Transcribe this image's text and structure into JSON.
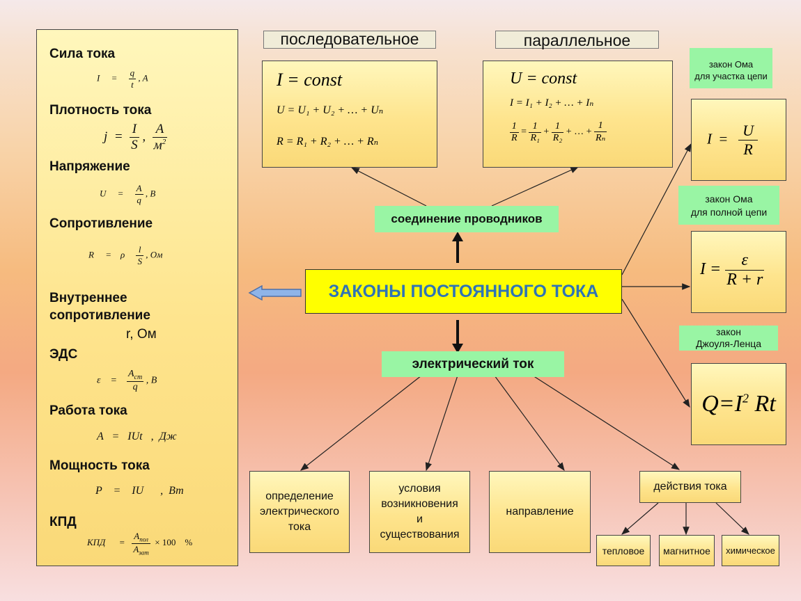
{
  "left_panel": {
    "items": [
      {
        "title": "Сила тока",
        "symbol": "I",
        "eq": "=",
        "num": "q",
        "den": "t",
        "unit": ",   A"
      },
      {
        "title": "Плотность тока",
        "symbol": "j",
        "eq": "=",
        "num": "I",
        "den": "S",
        "sep": ",",
        "unit_num": "A",
        "unit_den": "м",
        "unit_exp": "2"
      },
      {
        "title": "Напряжение",
        "symbol": "U",
        "eq": "=",
        "num": "A",
        "den": "q",
        "unit": ",  B"
      },
      {
        "title": "Сопротивление",
        "symbol": "R",
        "eq": "=",
        "rho": "ρ",
        "num": "l",
        "den": "S",
        "unit": ",  Ом"
      },
      {
        "title": "Внутреннее сопротивление",
        "line1": "Внутреннее",
        "line2": "сопротивление",
        "value": "r, Ом"
      },
      {
        "title": "ЭДС",
        "symbol": "ε",
        "eq": "=",
        "num": "A",
        "num_sub": "ст",
        "den": "q",
        "unit": ",  B"
      },
      {
        "title": "Работа тока",
        "formula": "A   =   IUt   ,  Дж"
      },
      {
        "title": "Мощность тока",
        "formula": "P    =    IU      ,  Вт"
      },
      {
        "title": "КПД",
        "symbol": "КПД",
        "eq": "=",
        "num": "A",
        "num_sub": "пол",
        "den": "A",
        "den_sub": "зат",
        "times": "× 100",
        "pct": "%"
      }
    ]
  },
  "series": {
    "label": "последовательное",
    "f1": "I = const",
    "f2": "U = U₁ + U₂ + … + Uₙ",
    "f3": "R = R₁ + R₂ + … + Rₙ"
  },
  "parallel": {
    "label": "параллельное",
    "f1": "U = const",
    "f2": "I = I₁ + I₂ + … + Iₙ",
    "one": "1",
    "R": "R",
    "R1": "R₁",
    "R2": "R₂",
    "Rn": "Rₙ",
    "plus": "+",
    "eq": "=",
    "dots": "+ … +"
  },
  "connection": {
    "label": "соединение  проводников"
  },
  "central": {
    "label": "ЗАКОНЫ ПОСТОЯННОГО ТОКА"
  },
  "electric_current": {
    "label": "электрический  ток"
  },
  "ohm_section": {
    "label_line1": "закон Ома",
    "label_line2": "для участка цепи",
    "I": "I",
    "eq": "=",
    "num": "U",
    "den": "R"
  },
  "ohm_full": {
    "label_line1": "закон Ома",
    "label_line2": "для полной  цепи",
    "lhs": "I =",
    "num": "ε",
    "den": "R + r"
  },
  "joule": {
    "label_line1": "закон",
    "label_line2": "Джоуля-Ленца",
    "formula_base": "Q=I",
    "formula_exp": "2",
    "formula_rest": " Rt"
  },
  "bottom": {
    "definition": [
      "определение",
      "электрического",
      "тока"
    ],
    "conditions": [
      "условия",
      "возникновения",
      "и",
      "существования"
    ],
    "direction": "направление",
    "actions": "действия  тока",
    "thermal": "тепловое",
    "magnetic": "магнитное",
    "chemical": "химическое"
  }
}
